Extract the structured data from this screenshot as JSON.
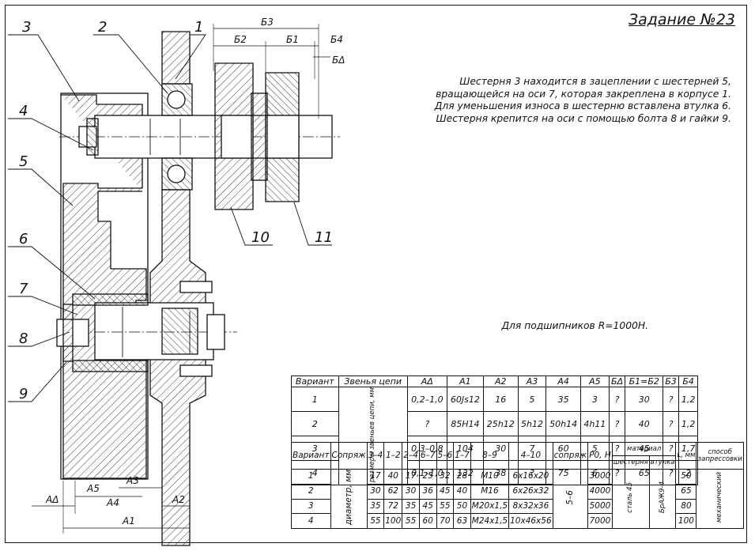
{
  "title": "Задание №23",
  "description": [
    "Шестерня 3 находится в зацеплении с шестерней 5,",
    "вращающейся на оси 7, которая закреплена в корпусе 1.",
    "Для уменьшения износа в шестерню вставлена втулка 6.",
    "Шестерня крепится на оси с помощью болта 8 и гайки 9."
  ],
  "bearing_note": "Для подшипников R=1000H.",
  "part_numbers": [
    "1",
    "2",
    "3",
    "4",
    "5",
    "6",
    "7",
    "8",
    "9",
    "10",
    "11"
  ],
  "dimensions": {
    "B3": "Б3",
    "B2": "Б2",
    "B1": "Б1",
    "B4": "Б4",
    "BD": "БΔ",
    "AD": "AΔ",
    "A5": "A5",
    "A4": "A4",
    "A3": "A3",
    "A2": "A2",
    "A1": "A1"
  },
  "table1": {
    "header": [
      "Вариант",
      "Звенья цепи",
      "AΔ",
      "A1",
      "A2",
      "A3",
      "A4",
      "A5",
      "БΔ",
      "Б1=Б2",
      "Б3",
      "Б4"
    ],
    "side_label": "размеры звеньев цепи, мм",
    "rows": [
      {
        "v": "1",
        "cells": [
          "0,2–1,0",
          "60Js12",
          "16",
          "5",
          "35",
          "3",
          "?",
          "30",
          "?",
          "1,2"
        ]
      },
      {
        "v": "2",
        "cells": [
          "?",
          "85H14",
          "25h12",
          "5h12",
          "50h14",
          "4h11",
          "?",
          "40",
          "?",
          "1,2"
        ]
      },
      {
        "v": "3",
        "cells": [
          "0,3–0,8",
          "104",
          "30",
          "7",
          "60",
          "5",
          "?",
          "45",
          "?",
          "1,7"
        ]
      },
      {
        "v": "4",
        "cells": [
          "0,1–1,0",
          "132",
          "38",
          "?",
          "75",
          "6",
          "?",
          "65",
          "?",
          "2"
        ]
      }
    ]
  },
  "table2": {
    "header": [
      "Вариант",
      "Сопряж",
      "3–4",
      "1–2",
      "2–4",
      "6–7",
      "5–6",
      "1–7",
      "8–9",
      "4–10",
      "сопряж",
      "P0, H",
      "материал",
      "L, мм",
      "способ запрессовки"
    ],
    "material_sub": [
      "шестерня",
      "втулка"
    ],
    "side_label": "диаметр, мм",
    "fit_value": "5–6",
    "materials": [
      "сталь 45",
      "БрАЖ9-4"
    ],
    "press_method": "механический",
    "rows": [
      {
        "v": "1",
        "cells": [
          "17",
          "40",
          "17",
          "25",
          "32",
          "28",
          "M10",
          "6x16x20"
        ],
        "p0": "3000",
        "l": "50"
      },
      {
        "v": "2",
        "cells": [
          "30",
          "62",
          "30",
          "36",
          "45",
          "40",
          "M16",
          "6x26x32"
        ],
        "p0": "4000",
        "l": "65"
      },
      {
        "v": "3",
        "cells": [
          "35",
          "72",
          "35",
          "45",
          "55",
          "50",
          "M20x1,5",
          "8x32x36"
        ],
        "p0": "5000",
        "l": "80"
      },
      {
        "v": "4",
        "cells": [
          "55",
          "100",
          "55",
          "60",
          "70",
          "63",
          "M24x1,5",
          "10x46x56"
        ],
        "p0": "7000",
        "l": "100"
      }
    ]
  }
}
